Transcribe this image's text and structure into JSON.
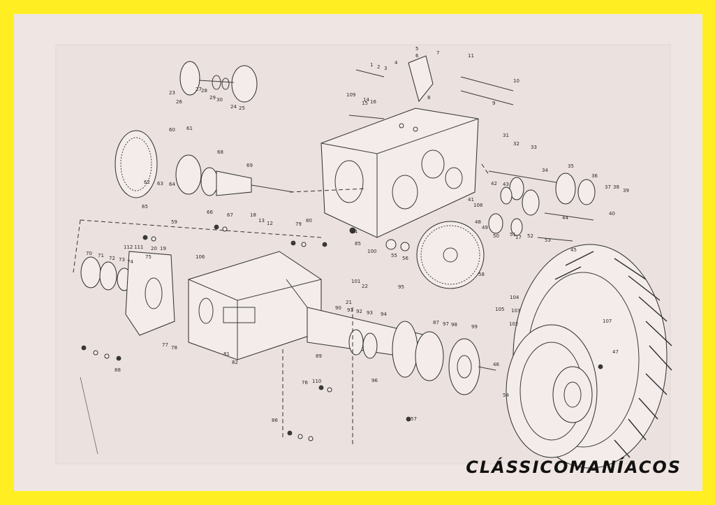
{
  "brand": {
    "text": "CLÁSSICOMANÍACOS"
  },
  "colors": {
    "border": "#ffee22",
    "paper": "#efe6e3",
    "ink": "#2c2c2c",
    "brand": "#111111"
  },
  "callouts": [
    "1",
    "2",
    "3",
    "4",
    "5",
    "6",
    "7",
    "8",
    "9",
    "10",
    "11",
    "12",
    "13",
    "14",
    "15",
    "16",
    "17",
    "18",
    "19",
    "20",
    "21",
    "22",
    "23",
    "24",
    "25",
    "26",
    "27",
    "28",
    "29",
    "30",
    "31",
    "32",
    "33",
    "34",
    "35",
    "36",
    "37",
    "38",
    "39",
    "40",
    "41",
    "42",
    "43",
    "44",
    "45",
    "46",
    "47",
    "48",
    "49",
    "50",
    "51",
    "52",
    "53",
    "54",
    "55",
    "56",
    "57",
    "58",
    "59",
    "60",
    "61",
    "62",
    "63",
    "64",
    "65",
    "66",
    "67",
    "68",
    "69",
    "70",
    "71",
    "72",
    "73",
    "74",
    "75",
    "76",
    "77",
    "78",
    "79",
    "80",
    "81",
    "82",
    "84",
    "85",
    "86",
    "87",
    "88",
    "89",
    "90",
    "91",
    "92",
    "93",
    "94",
    "95",
    "96",
    "97",
    "98",
    "99",
    "100",
    "101",
    "102",
    "103",
    "104",
    "105",
    "106",
    "107",
    "108",
    "109",
    "110",
    "111",
    "112"
  ]
}
